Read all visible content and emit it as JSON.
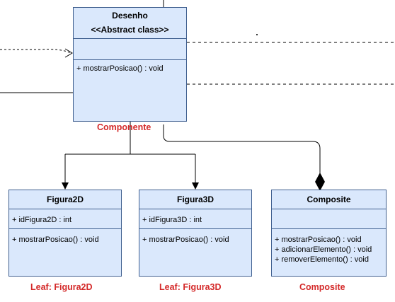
{
  "abstract": {
    "name": "Desenho",
    "stereotype": "<<Abstract class>>",
    "methods": [
      "+ mostrarPosicao() : void"
    ],
    "caption": "Componente"
  },
  "figura2d": {
    "name": "Figura2D",
    "attributes": [
      "+ idFigura2D : int"
    ],
    "methods": [
      "+ mostrarPosicao() : void"
    ],
    "caption": "Leaf: Figura2D"
  },
  "figura3d": {
    "name": "Figura3D",
    "attributes": [
      "+ idFigura3D : int"
    ],
    "methods": [
      "+ mostrarPosicao() : void"
    ],
    "caption": "Leaf: Figura3D"
  },
  "composite": {
    "name": "Composite",
    "methods": [
      "+ mostrarPosicao() : void",
      "+ adicionarElemento() : void",
      "+ removerElemento() : void"
    ],
    "caption": "Composite"
  },
  "colors": {
    "fill": "#dae8fc",
    "stroke": "#3f5f8f",
    "caption": "#d42a2a"
  }
}
